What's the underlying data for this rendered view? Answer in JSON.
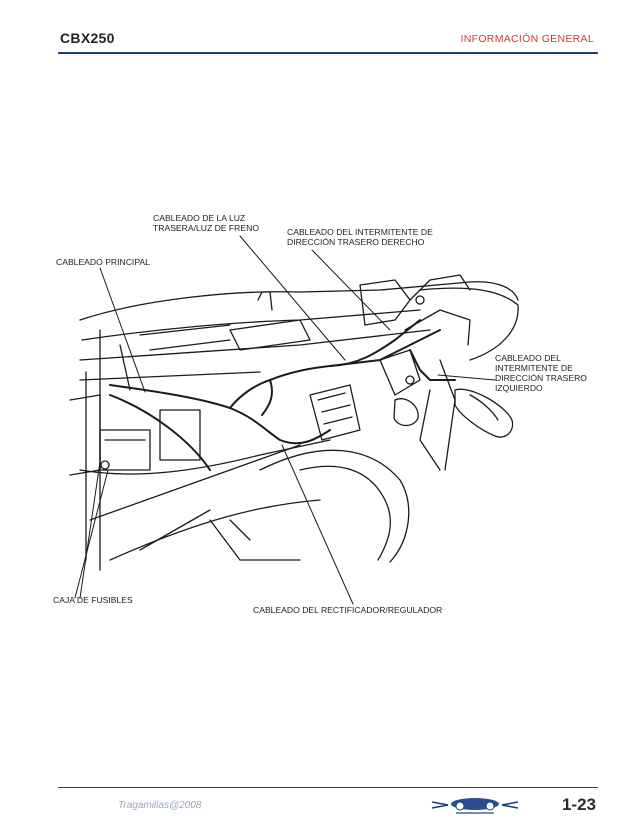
{
  "header": {
    "model": "CBX250",
    "section": "INFORMACIÓN GENERAL"
  },
  "labels": {
    "taillight_harness": "CABLEADO DE LA LUZ\nTRASERA/LUZ DE FRENO",
    "rear_right_turn_harness": "CABLEADO DEL INTERMITENTE DE\nDIRECCIÓN TRASERO DERECHO",
    "main_harness": "CABLEADO PRINCIPAL",
    "rear_left_turn_harness": "CABLEADO DEL\nINTERMITENTE DE\nDIRECCIÓN TRASERO\nIZQUIERDO",
    "fuse_box": "CAJA DE FUSIBLES",
    "regulator_harness": "CABLEADO DEL RECTIFICADOR/REGULADOR"
  },
  "footer": {
    "credit": "Tragamillas@2008",
    "page": "1-23"
  },
  "colors": {
    "accent_red": "#d23a2a",
    "rule_blue": "#1a3d7c"
  }
}
